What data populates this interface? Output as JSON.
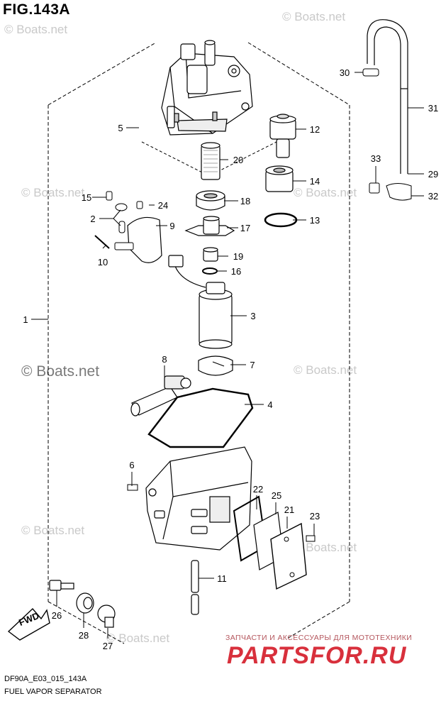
{
  "figure": {
    "title": "FIG.143A",
    "code": "DF90A_E03_015_143A",
    "subtitle": "FUEL VAPOR SEPARATOR"
  },
  "watermarks": [
    "© Boats.net",
    "© Boats.net",
    "© Boats.net",
    "© Boats.net",
    "© Boats.net",
    "© Boats.net",
    "© Boats.net",
    "© Boats.net",
    "© Boats.net"
  ],
  "fwd_label": "FWD",
  "banner": {
    "tagline": "ЗАПЧАСТИ И АКСЕССУАРЫ ДЛЯ МОТОТЕХНИКИ",
    "logo": "PARTSFOR.RU"
  },
  "callouts": [
    "1",
    "2",
    "3",
    "4",
    "5",
    "6",
    "7",
    "8",
    "9",
    "10",
    "11",
    "12",
    "13",
    "14",
    "15",
    "16",
    "17",
    "18",
    "19",
    "20",
    "21",
    "22",
    "23",
    "24",
    "25",
    "26",
    "27",
    "28",
    "29",
    "30",
    "31",
    "32",
    "33"
  ]
}
